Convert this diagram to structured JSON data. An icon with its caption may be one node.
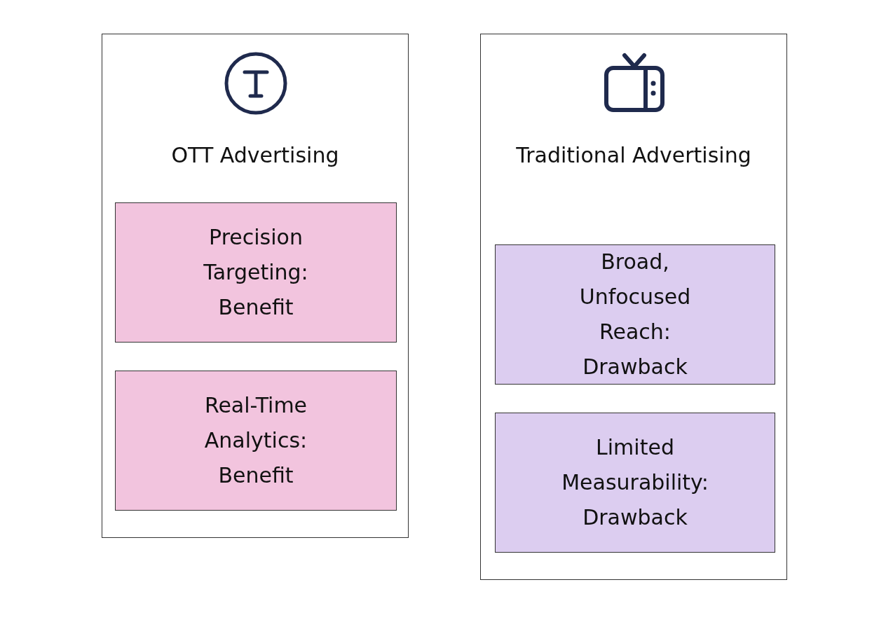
{
  "diagram": {
    "nodes": [
      {
        "text": [
          "OTT Advertising"
        ]
      },
      {
        "text": [
          "Precision Targeting: Benefit"
        ],
        "in": 0
      },
      {
        "text": [
          "Real-Time Analytics: Benefit"
        ],
        "in": 0
      },
      {
        "text": [
          "Traditional Advertising"
        ]
      },
      {
        "text": [
          "Broad, Unfocused Reach: Drawback"
        ],
        "in": 3
      },
      {
        "text": [
          "Limited Measurability: Drawback"
        ],
        "in": 3
      }
    ]
  }
}
